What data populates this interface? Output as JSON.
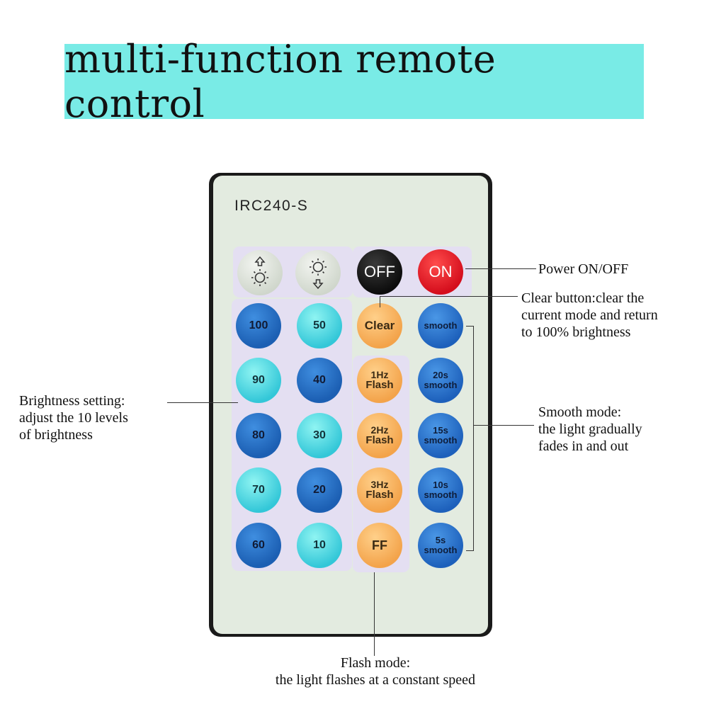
{
  "title": "multi-function remote control",
  "remote": {
    "model": "IRC240-S",
    "top_row": [
      {
        "icon": "brightness-up-icon"
      },
      {
        "icon": "brightness-down-icon"
      },
      {
        "label": "OFF"
      },
      {
        "label": "ON"
      }
    ],
    "brightness_left": [
      "100",
      "90",
      "80",
      "70",
      "60"
    ],
    "brightness_right": [
      "50",
      "40",
      "30",
      "20",
      "10"
    ],
    "clear_label": "Clear",
    "flash": [
      {
        "line1": "1Hz",
        "line2": "Flash"
      },
      {
        "line1": "2Hz",
        "line2": "Flash"
      },
      {
        "line1": "3Hz",
        "line2": "Flash"
      }
    ],
    "ff_label": "FF",
    "smooth": [
      {
        "line1": "smooth",
        "line2": ""
      },
      {
        "line1": "20s",
        "line2": "smooth"
      },
      {
        "line1": "15s",
        "line2": "smooth"
      },
      {
        "line1": "10s",
        "line2": "smooth"
      },
      {
        "line1": "5s",
        "line2": "smooth"
      }
    ]
  },
  "annotations": {
    "power": "Power ON/OFF",
    "clear": [
      "Clear button:clear the",
      "current mode and return",
      "to 100% brightness"
    ],
    "brightness": [
      "Brightness setting:",
      "adjust the 10 levels",
      "of brightness"
    ],
    "smooth": [
      "Smooth mode:",
      "the light gradually",
      "fades in and out"
    ],
    "flash": [
      "Flash mode:",
      "the light flashes at a constant speed"
    ]
  },
  "colors": {
    "banner": "#79ebe6",
    "remote_face": "#e3ebe0",
    "panel": "#e4dff2",
    "dark_blue_button": "#1c5fb3",
    "cyan_button": "#33c7d8",
    "orange_button": "#f3a34a",
    "red_button": "#d40d1c",
    "black_button": "#0c0c0c"
  }
}
